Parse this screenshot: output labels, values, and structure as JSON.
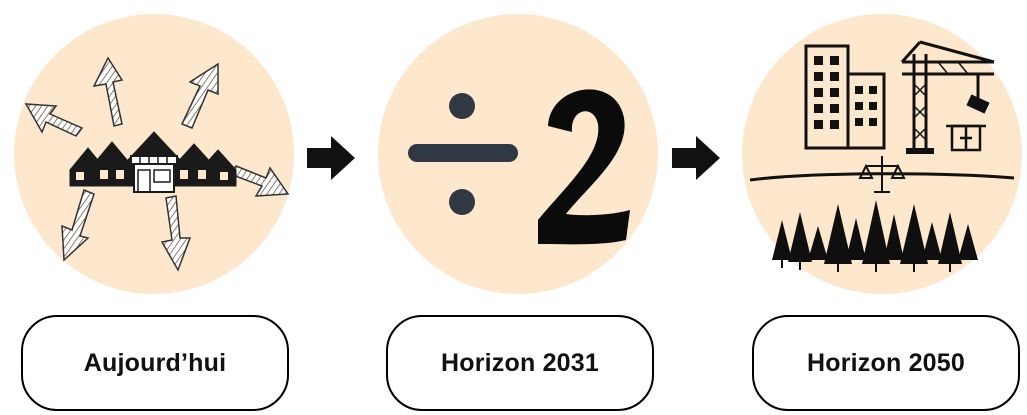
{
  "steps": [
    {
      "label": "Aujourd’hui",
      "icon": "urban-sprawl-houses-arrows-icon"
    },
    {
      "label": "Horizon 2031",
      "icon": "divide-by-two-icon",
      "glyph_divide": "÷",
      "glyph_two": "2"
    },
    {
      "label": "Horizon 2050",
      "icon": "city-balance-forest-icon"
    }
  ],
  "connectors": [
    "right-arrow-icon",
    "right-arrow-icon"
  ],
  "colors": {
    "circle_fill": "#fde8cd",
    "ink": "#111111",
    "box_border": "#000000"
  }
}
